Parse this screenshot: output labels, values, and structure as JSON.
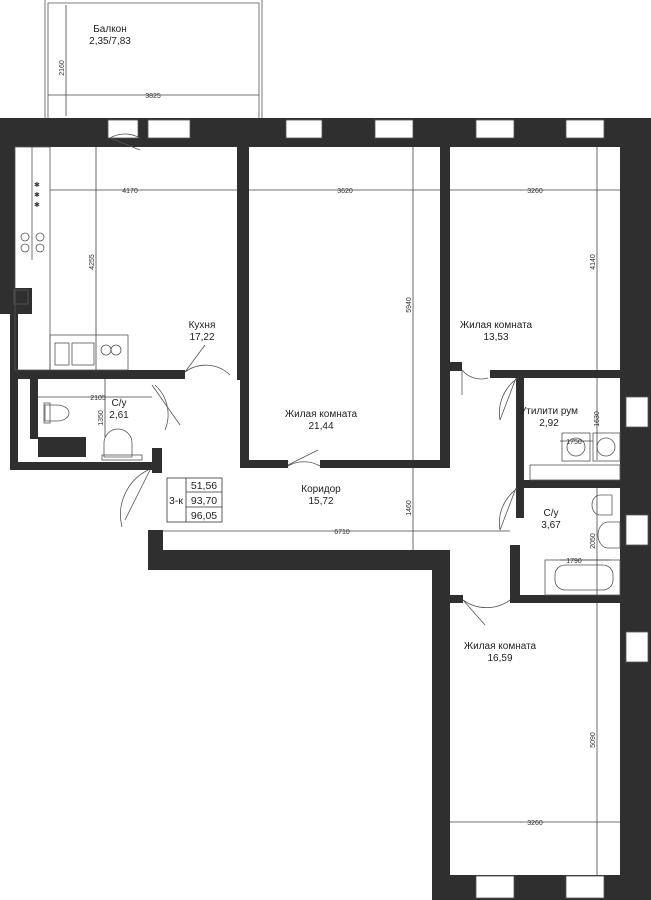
{
  "rooms": {
    "balcony": {
      "name": "Балкон",
      "area": "2,35/7,83"
    },
    "kitchen": {
      "name": "Кухня",
      "area": "17,22"
    },
    "bathroom1": {
      "name": "С/у",
      "area": "2,61"
    },
    "living1": {
      "name": "Жилая комната",
      "area": "21,44"
    },
    "living2": {
      "name": "Жилая комната",
      "area": "13,53"
    },
    "utility": {
      "name": "Утилити рум",
      "area": "2,92"
    },
    "corridor": {
      "name": "Коридор",
      "area": "15,72"
    },
    "bathroom2": {
      "name": "С/у",
      "area": "3,67"
    },
    "living3": {
      "name": "Жилая комната",
      "area": "16,59"
    }
  },
  "summary": {
    "type": "3-к",
    "living": "51,56",
    "total": "93,70",
    "total_with_balcony": "96,05"
  },
  "dimensions": {
    "balcony_depth": "2160",
    "balcony_width": "3825",
    "kitchen_width": "4170",
    "kitchen_length": "4255",
    "living1_width": "3620",
    "living1_length": "5940",
    "living2_width": "3260",
    "living2_length": "4140",
    "bath1_width": "2105",
    "bath1_length": "1350",
    "utility_length": "1630",
    "utility_fixture": "1750",
    "corridor_width": "1460",
    "corridor_length": "6710",
    "bath2_length": "2050",
    "bath2_tub": "1790",
    "living3_length": "5090",
    "living3_width": "3260"
  }
}
